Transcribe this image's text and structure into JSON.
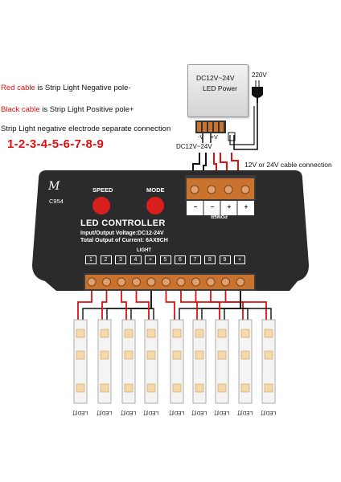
{
  "notes": {
    "red_cable_key": "Red cable",
    "red_cable_rest": " is Strip Light Negative pole-",
    "black_cable_key": "Black cable",
    "black_cable_rest": " is Strip Light Positive pole+",
    "separate": "Strip Light negative electrode separate connection",
    "sequence": "1-2-3-4-5-6-7-8-9"
  },
  "power_supply": {
    "title": "DC12V~24V",
    "subtitle": "LED Power",
    "mains": "220V",
    "output": "DC12V~24V",
    "terminal_v_minus": "-V",
    "terminal_v_plus": "+V"
  },
  "cable_note": "12V or 24V cable connection",
  "controller": {
    "brand": "M",
    "model": "C954",
    "speed_label": "SPEED",
    "mode_label": "MODE",
    "title": "LED CONTROLLER",
    "line1": "Input/Output Voltage:DC12-24V",
    "line2": "Total Output of Current:  6AX9CH",
    "light_title": "LIGHT",
    "light_cells": [
      "1",
      "2",
      "3",
      "4",
      "+",
      "5",
      "6",
      "7",
      "8",
      "9",
      "+"
    ],
    "power_label": "POWER",
    "power_terms": [
      "−",
      "−",
      "+",
      "+"
    ]
  },
  "strip_label": "LED灯",
  "colors": {
    "red": "#e01010",
    "controller_body": "#2b2b2b",
    "terminal": "#c9732f",
    "button": "#d91e1e"
  }
}
